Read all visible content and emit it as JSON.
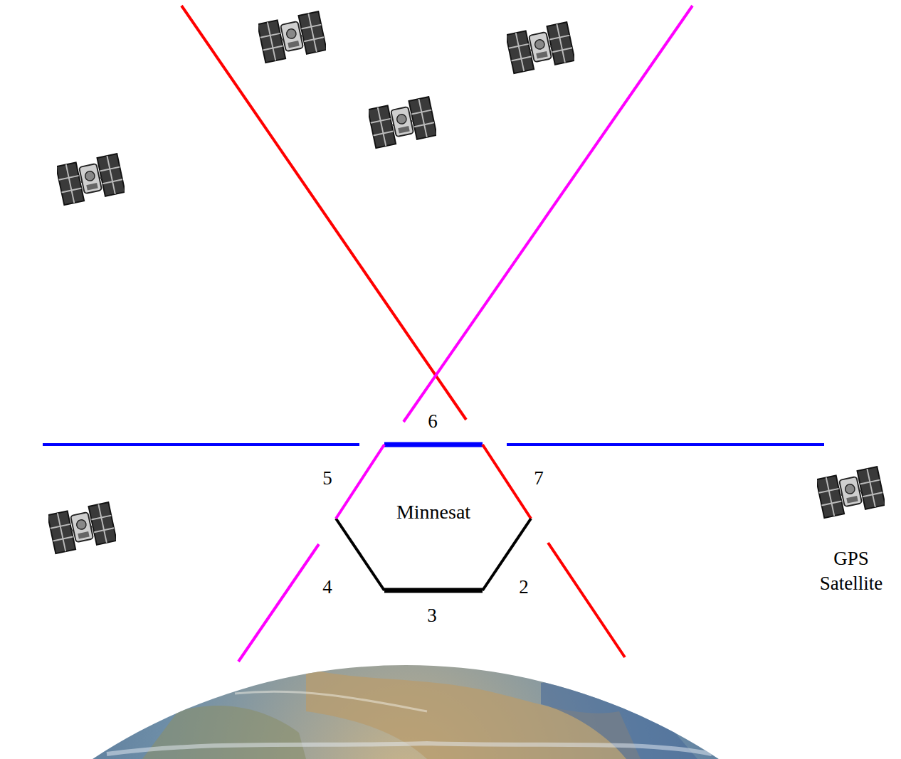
{
  "diagram": {
    "nodes": [
      {
        "text": [
          "Minnesat"
        ]
      }
    ],
    "labels": [
      "6",
      "5",
      "7",
      "4",
      "2",
      "3",
      "GPS Satellite"
    ]
  }
}
